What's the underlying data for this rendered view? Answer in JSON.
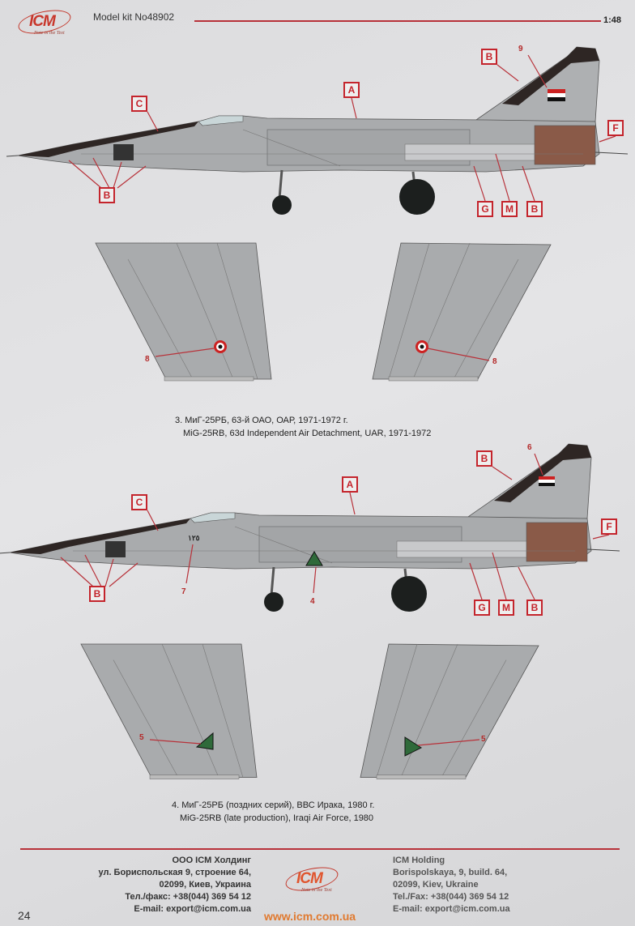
{
  "header": {
    "logo_text": "ICM",
    "logo_tagline": "Note in the Text",
    "title": "Model kit No48902",
    "scale": "1:48"
  },
  "colors": {
    "accent": "#c4242c",
    "fuselage": "#a9abad",
    "dark": "#3a2a26"
  },
  "scheme3": {
    "caption_ru": "3. МиГ-25РБ, 63-й ОАО, ОАР, 1971-1972 г.",
    "caption_en": "MiG-25RB, 63d Independent Air Detachment, UAR, 1971-1972",
    "callouts": {
      "A": "A",
      "B": "B",
      "C": "C",
      "F": "F",
      "G": "G",
      "M": "M"
    },
    "decals": {
      "fin_flag": "9",
      "wing_roundel": "8"
    }
  },
  "scheme4": {
    "caption_ru": "4. МиГ-25РБ (поздних серий), ВВС Ирака, 1980 г.",
    "caption_en": "MiG-25RB (late production), Iraqi Air Force, 1980",
    "callouts": {
      "A": "A",
      "B": "B",
      "C": "C",
      "F": "F",
      "G": "G",
      "M": "M"
    },
    "decals": {
      "fin_flag": "6",
      "serial": "7",
      "fuselage_triangle": "4",
      "wing_triangle": "5"
    },
    "serial_marking": "١٢٥"
  },
  "footer": {
    "ru": [
      "ООО ICM Холдинг",
      "ул. Бориспольская 9, строение 64,",
      "02099, Киев, Украина",
      "Тел./факс: +38(044) 369 54 12",
      "E-mail: export@icm.com.ua"
    ],
    "en": [
      "ICM Holding",
      "Borispolskaya, 9, build. 64,",
      "02099, Kiev, Ukraine",
      "Tel./Fax: +38(044) 369 54 12",
      "E-mail: export@icm.com.ua"
    ],
    "url": "www.icm.com.ua",
    "page_number": "24"
  }
}
